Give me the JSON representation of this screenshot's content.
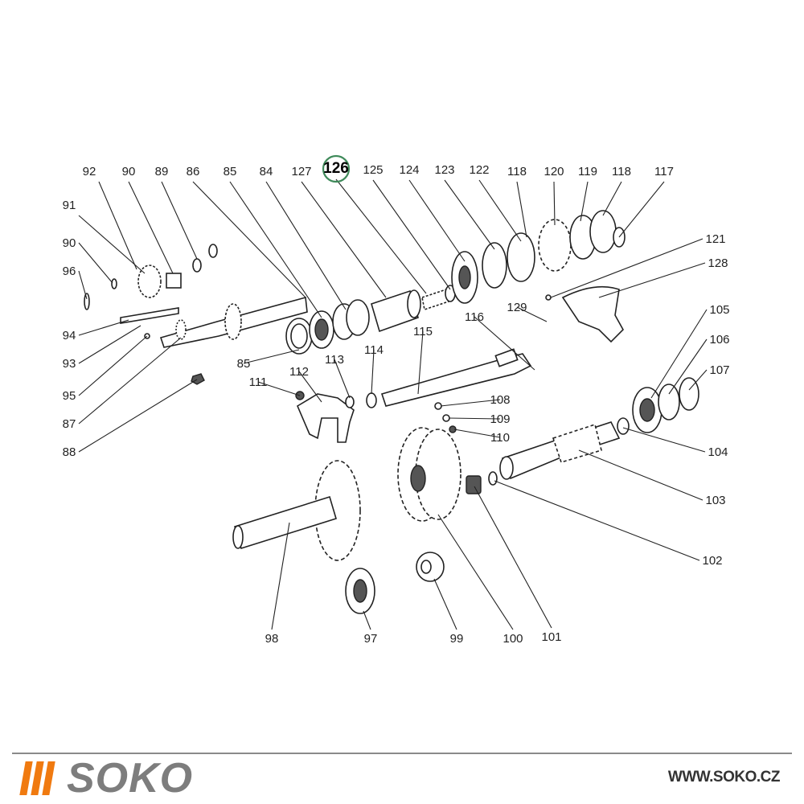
{
  "diagram": {
    "highlight_color": "#3f8a5a",
    "highlighted_label": "126",
    "labels": [
      "92",
      "90",
      "89",
      "86",
      "85",
      "84",
      "127",
      "126",
      "125",
      "124",
      "123",
      "122",
      "118",
      "120",
      "119",
      "118",
      "117",
      "91",
      "90",
      "96",
      "94",
      "93",
      "95",
      "87",
      "88",
      "121",
      "128",
      "129",
      "116",
      "105",
      "106",
      "107",
      "85",
      "113",
      "114",
      "115",
      "112",
      "111",
      "108",
      "109",
      "110",
      "104",
      "103",
      "102",
      "98",
      "97",
      "99",
      "100",
      "101"
    ]
  },
  "footer": {
    "brand": "SOKO",
    "brand_color": "#7d7d7d",
    "accent_color": "#f07a10",
    "url": "WWW.SOKO.CZ"
  }
}
